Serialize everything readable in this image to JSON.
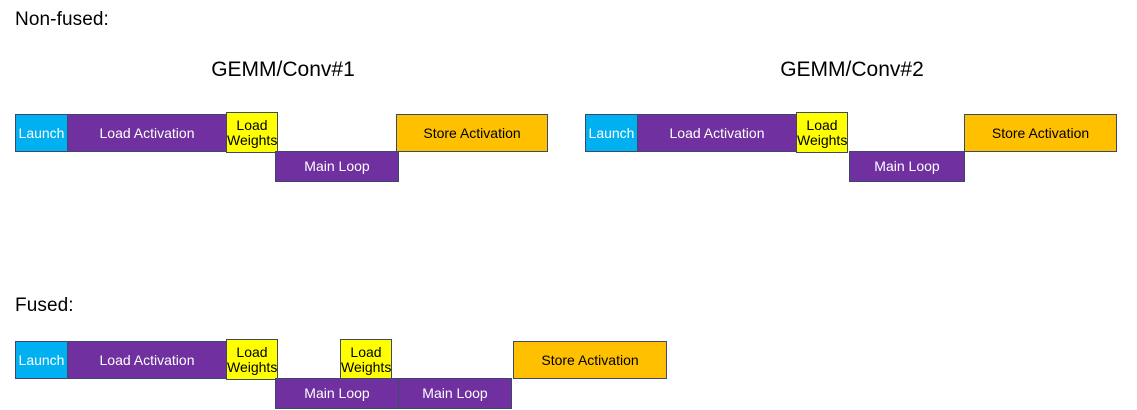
{
  "sections": [
    {
      "id": "non-fused",
      "title": "Non-fused:",
      "groups": [
        {
          "id": "gemm-conv-1",
          "title": "GEMM/Conv#1"
        },
        {
          "id": "gemm-conv-2",
          "title": "GEMM/Conv#2"
        }
      ]
    },
    {
      "id": "fused",
      "title": "Fused:",
      "groups": []
    }
  ],
  "labels": {
    "launch": "Launch",
    "load_activation": "Load Activation",
    "load_weights": "Load\nWeights",
    "load_weights_line1": "Load",
    "load_weights_line2": "Weights",
    "main_loop": "Main Loop",
    "store_activation": "Store Activation"
  },
  "colors": {
    "launch": "#00B0F0",
    "purple": "#7030A0",
    "yellow": "#FFFF00",
    "orange": "#FFC000",
    "border": "#3B4A6B",
    "background": "#FFFFFF",
    "text_light": "#FFFFFF",
    "text_dark": "#000000"
  },
  "bars": {
    "nonfused_g1": [
      {
        "name": "launch",
        "label": "Launch"
      },
      {
        "name": "load-activation",
        "label": "Load Activation"
      },
      {
        "name": "load-weights",
        "label": "Load Weights"
      },
      {
        "name": "main-loop",
        "label": "Main Loop"
      },
      {
        "name": "store-activation",
        "label": "Store Activation"
      }
    ],
    "nonfused_g2": [
      {
        "name": "launch",
        "label": "Launch"
      },
      {
        "name": "load-activation",
        "label": "Load Activation"
      },
      {
        "name": "load-weights",
        "label": "Load Weights"
      },
      {
        "name": "main-loop",
        "label": "Main Loop"
      },
      {
        "name": "store-activation",
        "label": "Store Activation"
      }
    ],
    "fused": [
      {
        "name": "launch",
        "label": "Launch"
      },
      {
        "name": "load-activation",
        "label": "Load Activation"
      },
      {
        "name": "load-weights-1",
        "label": "Load Weights"
      },
      {
        "name": "load-weights-2",
        "label": "Load Weights"
      },
      {
        "name": "main-loop-1",
        "label": "Main Loop"
      },
      {
        "name": "main-loop-2",
        "label": "Main Loop"
      },
      {
        "name": "store-activation",
        "label": "Store Activation"
      }
    ]
  }
}
